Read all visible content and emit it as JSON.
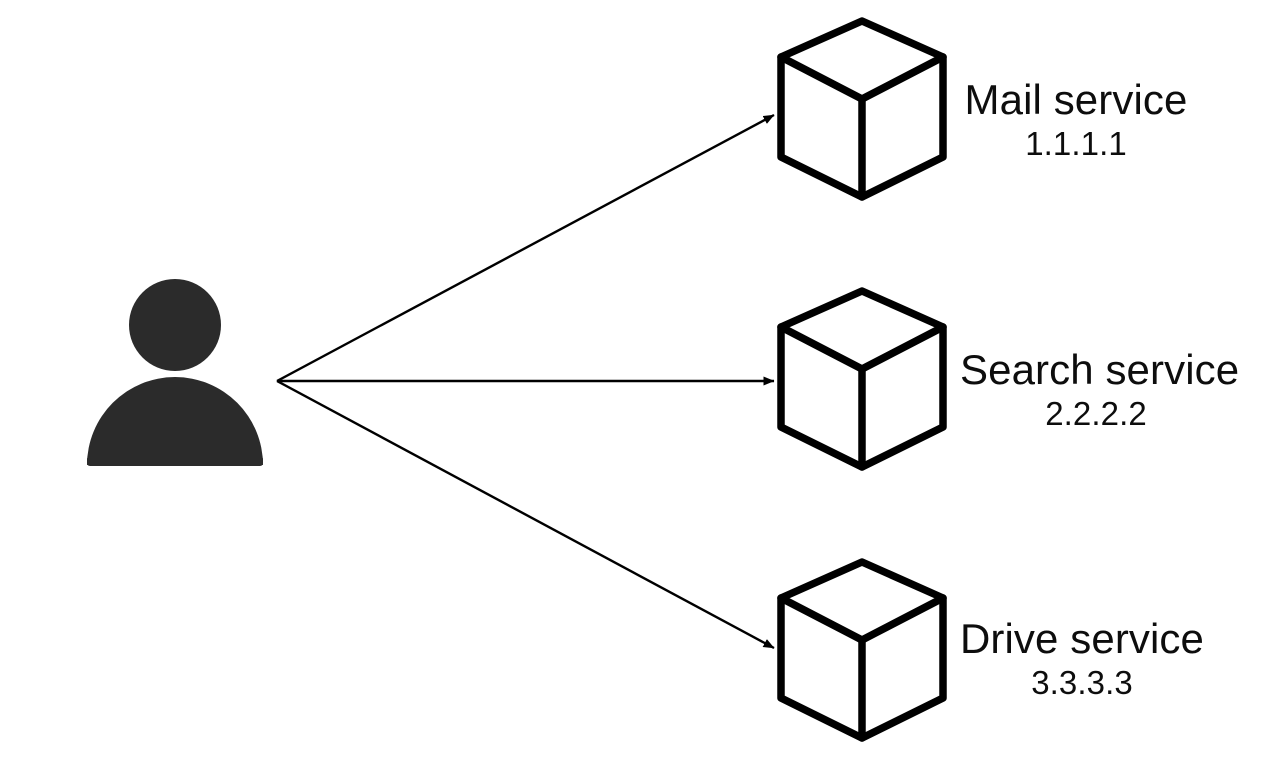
{
  "diagram": {
    "type": "client-to-services-fanout",
    "background_color": "#ffffff",
    "stroke_color": "#000000",
    "actor_color": "#2b2b2b",
    "actor": {
      "name": "user",
      "icon": "person-icon",
      "label": ""
    },
    "connections": [
      {
        "from": "user",
        "to": "mail-service",
        "style": "arrow",
        "direction": "right-up"
      },
      {
        "from": "user",
        "to": "search-service",
        "style": "arrow",
        "direction": "right"
      },
      {
        "from": "user",
        "to": "drive-service",
        "style": "arrow",
        "direction": "right-down"
      }
    ],
    "nodes": [
      {
        "id": "mail-service",
        "icon": "cube-icon",
        "title": "Mail service",
        "address": "1.1.1.1"
      },
      {
        "id": "search-service",
        "icon": "cube-icon",
        "title": "Search service",
        "address": "2.2.2.2"
      },
      {
        "id": "drive-service",
        "icon": "cube-icon",
        "title": "Drive service",
        "address": "3.3.3.3"
      }
    ]
  }
}
